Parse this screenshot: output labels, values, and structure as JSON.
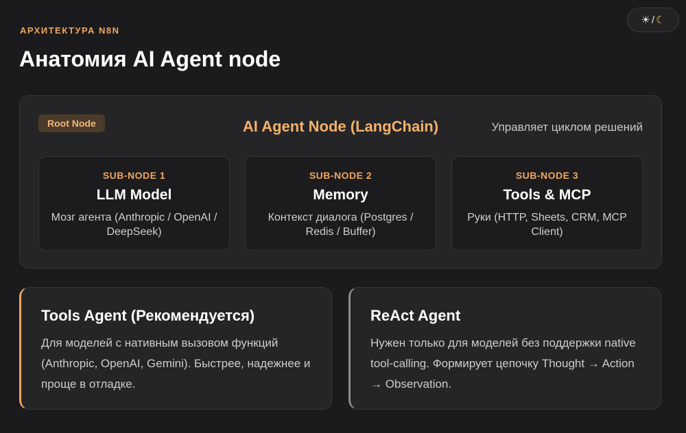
{
  "header": {
    "eyebrow": "АРХИТЕКТУРА N8N",
    "title": "Анатомия AI Agent node",
    "theme_toggle": {
      "sun": "☀",
      "separator": "/",
      "moon": "☾"
    }
  },
  "root_node": {
    "badge": "Root Node",
    "title": "AI Agent Node (LangChain)",
    "description": "Управляет циклом решений",
    "sub_nodes": [
      {
        "label": "SUB-NODE 1",
        "name": "LLM Model",
        "description": "Мозг агента (Anthropic / OpenAI / DeepSeek)"
      },
      {
        "label": "SUB-NODE 2",
        "name": "Memory",
        "description": "Контекст диалога (Postgres / Redis / Buffer)"
      },
      {
        "label": "SUB-NODE 3",
        "name": "Tools & MCP",
        "description": "Руки (HTTP, Sheets, CRM, MCP Client)"
      }
    ]
  },
  "agent_types": [
    {
      "title": "Tools Agent (Рекомендуется)",
      "body": "Для моделей с нативным вызовом функций (Anthropic, OpenAI, Gemini). Быстрее, надежнее и проще в отладке."
    },
    {
      "title": "ReAct Agent",
      "body": "Нужен только для моделей без поддержки native tool-calling. Формирует цепочку Thought → Action → Observation."
    }
  ],
  "colors": {
    "accent": "#f0a660",
    "background": "#1b1b1d",
    "card": "#252527"
  }
}
